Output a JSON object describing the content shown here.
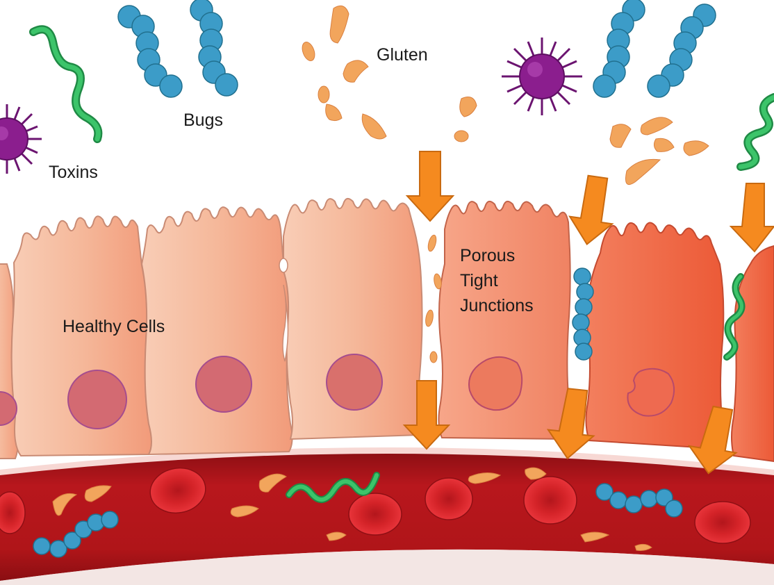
{
  "labels": {
    "toxins": "Toxins",
    "bugs": "Bugs",
    "gluten": "Gluten",
    "healthy_cells": "Healthy Cells",
    "porous_line1": "Porous",
    "porous_line2": "Tight",
    "porous_line3": "Junctions"
  },
  "colors": {
    "bug_blue": "#3c9cc8",
    "toxin_purple": "#8b1e8e",
    "worm_green": "#2fb35a",
    "gluten_orange": "#f2a55c",
    "arrow_orange": "#f58a1f",
    "healthy_cell": "#f7c7ac",
    "inflamed_cell": "#f06a45",
    "blood_vessel": "#b5161c",
    "red_blood_cell": "#d8262b",
    "nucleus": "#d36a72"
  }
}
